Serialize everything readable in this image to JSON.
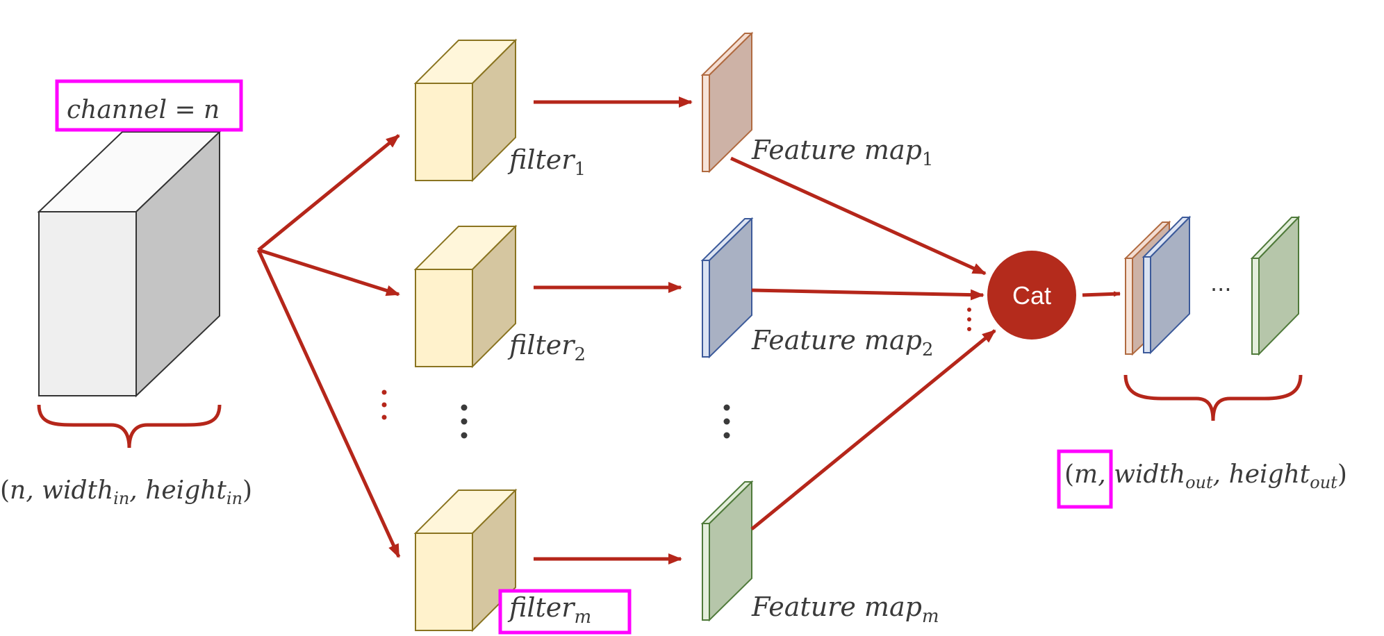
{
  "input": {
    "channel_label": "channel = n",
    "dim": {
      "open": "(",
      "n": "n, ",
      "w": "width",
      "w_sub": "in",
      "sep": ", ",
      "h": "height",
      "h_sub": "in",
      "close": ")"
    }
  },
  "filters": [
    {
      "base": "filter",
      "sub": "1"
    },
    {
      "base": "filter",
      "sub": "2"
    },
    {
      "base": "filter",
      "sub": "m"
    }
  ],
  "feature_maps": [
    {
      "base": "Feature map",
      "sub": "1"
    },
    {
      "base": "Feature map",
      "sub": "2"
    },
    {
      "base": "Feature map",
      "sub": "m"
    }
  ],
  "cat_label": "Cat",
  "output": {
    "ellipsis": "···",
    "dim": {
      "open": "(",
      "m": "m",
      "comma": ", ",
      "w": "width",
      "w_sub": "out",
      "sep": ", ",
      "h": "height",
      "h_sub": "out",
      "close": ")"
    }
  },
  "colors": {
    "arrow": "#b5261a",
    "highlight": "#ff00ff",
    "cat_fill": "#b42b1c",
    "map_1": "#cdb2a6",
    "map_2": "#a9b1c3",
    "map_m": "#b6c6aa",
    "filter_front": "#fff2cc",
    "filter_side": "#d5c6a0",
    "input_front": "#efefef",
    "input_side": "#c4c4c4"
  }
}
